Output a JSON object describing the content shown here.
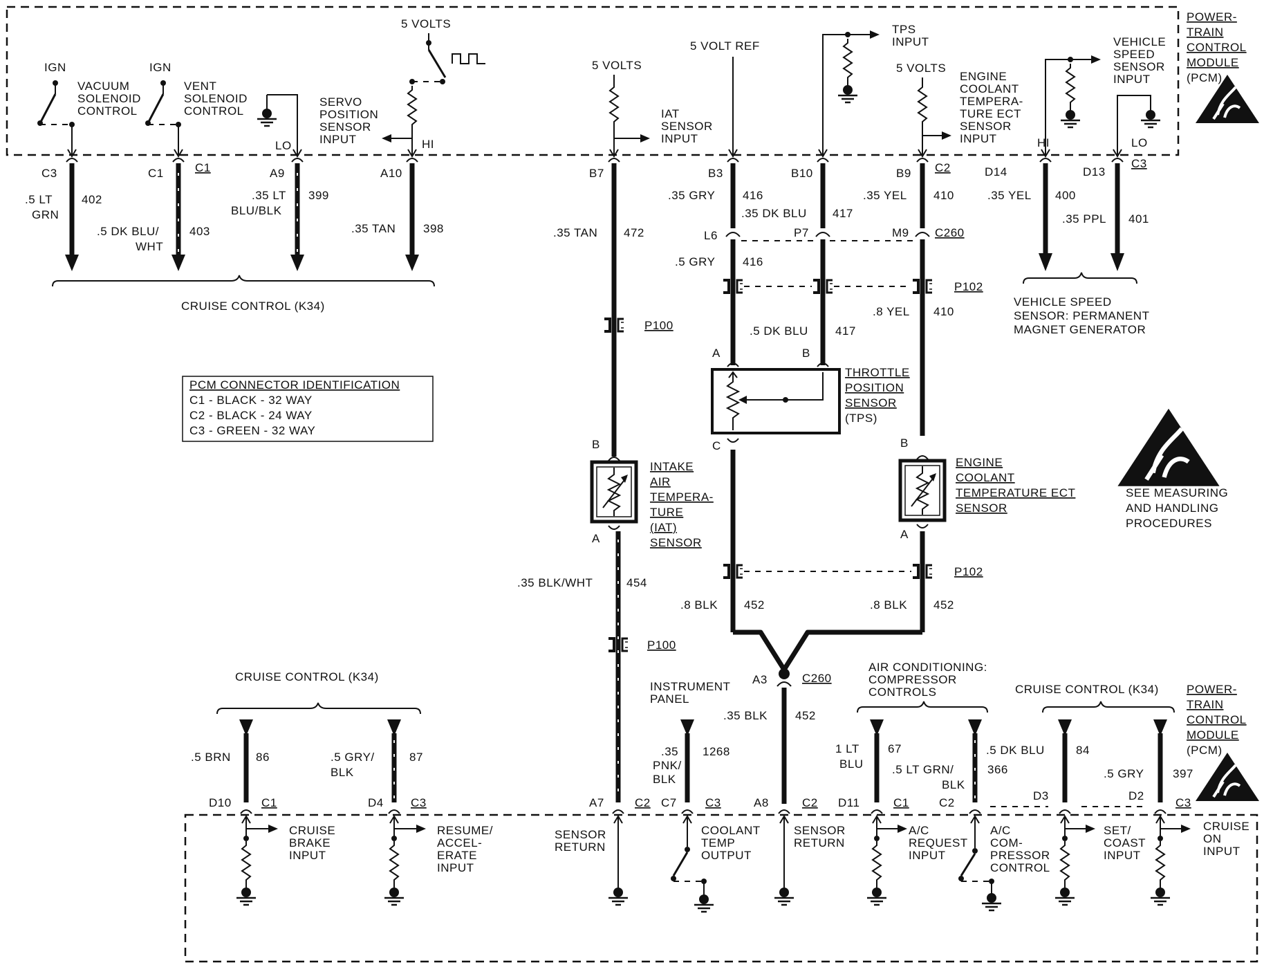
{
  "pcm_top": {
    "title_lines": [
      "POWER-",
      "TRAIN",
      "CONTROL",
      "MODULE",
      "(PCM)"
    ],
    "ign1": "IGN",
    "ign2": "IGN",
    "vacuum_lines": [
      "VACUUM",
      "SOLENOID",
      "CONTROL"
    ],
    "vent_lines": [
      "VENT",
      "SOLENOID",
      "CONTROL"
    ],
    "five_volts_servo": "5 VOLTS",
    "servo_lines": [
      "SERVO",
      "POSITION",
      "SENSOR",
      "INPUT"
    ],
    "lo": "LO",
    "hi": "HI",
    "five_volts_iat": "5 VOLTS",
    "iat_lines": [
      "IAT",
      "SENSOR",
      "INPUT"
    ],
    "five_volt_ref": "5 VOLT REF",
    "tps_input_lines": [
      "TPS",
      "INPUT"
    ],
    "five_volts_ect": "5 VOLTS",
    "ect_input_lines": [
      "ENGINE",
      "COOLANT",
      "TEMPERA-",
      "TURE ECT",
      "SENSOR",
      "INPUT"
    ],
    "vss_input_lines": [
      "VEHICLE",
      "SPEED",
      "SENSOR",
      "INPUT"
    ],
    "hi2": "HI",
    "lo2": "LO"
  },
  "pins_top": {
    "c3": "C3",
    "c1": "C1",
    "c1_u": "C1",
    "a9": "A9",
    "a10": "A10",
    "b7": "B7",
    "b3": "B3",
    "b10": "B10",
    "b9": "B9",
    "c2_u": "C2",
    "d14": "D14",
    "d13": "D13",
    "c3_u": "C3"
  },
  "wires_top": {
    "w402_color_lines": [
      ".5 LT",
      "GRN"
    ],
    "w402": "402",
    "w403_color_lines": [
      ".5 DK BLU/",
      "WHT"
    ],
    "w403": "403",
    "w399_color_lines": [
      ".35 LT",
      "BLU/BLK"
    ],
    "w399": "399",
    "w398_color": ".35 TAN",
    "w398": "398",
    "w472_color": ".35 TAN",
    "w472": "472",
    "w416_color": ".35 GRY",
    "w416": "416",
    "w417_color": ".35 DK BLU",
    "w417": "417",
    "w410_color": ".35 YEL",
    "w410": "410",
    "w400_color": ".35 YEL",
    "w400": "400",
    "w401_color": ".35 PPL",
    "w401": "401"
  },
  "connectors_mid": {
    "l6": "L6",
    "p7": "P7",
    "m9": "M9",
    "c260": "C260",
    "w416b_color": ".5 GRY",
    "w416b": "416",
    "p102": "P102",
    "p100": "P100",
    "w410b_color": ".8 YEL",
    "w410b": "410",
    "w417b_color": ".5 DK BLU",
    "w417b": "417"
  },
  "cruise_top": "CRUISE CONTROL (K34)",
  "vss_lines": [
    "VEHICLE SPEED",
    "SENSOR: PERMANENT",
    "MAGNET GENERATOR"
  ],
  "pcm_table": {
    "title": "PCM CONNECTOR IDENTIFICATION",
    "rows": [
      "C1 - BLACK - 32 WAY",
      "C2 - BLACK - 24 WAY",
      "C3 - GREEN - 32 WAY"
    ]
  },
  "tps": {
    "pin_a": "A",
    "pin_b": "B",
    "pin_c": "C",
    "label_lines": [
      "THROTTLE",
      "POSITION",
      "SENSOR",
      "(TPS)"
    ]
  },
  "iat": {
    "pin_b": "B",
    "pin_a": "A",
    "label_lines": [
      "INTAKE",
      "AIR",
      "TEMPERA-",
      "TURE",
      "(IAT)",
      "SENSOR"
    ]
  },
  "ect": {
    "pin_b": "B",
    "pin_a": "A",
    "label_lines": [
      "ENGINE",
      "COOLANT",
      "TEMPERATURE ECT",
      "SENSOR"
    ]
  },
  "esd_note_lines": [
    "SEE MEASURING",
    "AND HANDLING",
    "PROCEDURES"
  ],
  "lower_mid": {
    "p102": "P102",
    "p100": "P100",
    "w454_color": ".35 BLK/WHT",
    "w454": "454",
    "w452a_color": ".8 BLK",
    "w452a": "452",
    "w452b_color": ".8 BLK",
    "w452b": "452",
    "a3": "A3",
    "c260": "C260",
    "w452c_color": ".35 BLK",
    "w452c": "452",
    "instrument_lines": [
      "INSTRUMENT",
      "PANEL"
    ]
  },
  "bottom_groups": {
    "cruise_left": "CRUISE CONTROL (K34)",
    "ac_lines": [
      "AIR CONDITIONING:",
      "COMPRESSOR",
      "CONTROLS"
    ],
    "cruise_right": "CRUISE CONTROL (K34)",
    "pcm_lines": [
      "POWER-",
      "TRAIN",
      "CONTROL",
      "MODULE",
      "(PCM)"
    ]
  },
  "wires_bottom": {
    "w86_color": ".5 BRN",
    "w86": "86",
    "w87_color_lines": [
      ".5 GRY/",
      "BLK"
    ],
    "w87": "87",
    "w1268_color_lines": [
      ".35",
      "PNK/",
      "BLK"
    ],
    "w1268": "1268",
    "w67_color_lines": [
      "1 LT",
      "BLU"
    ],
    "w67": "67",
    "w366_color_lines": [
      ".5 LT GRN/",
      "BLK"
    ],
    "w366": "366",
    "w84_color": ".5 DK BLU",
    "w84": "84",
    "w397_color": ".5 GRY",
    "w397": "397"
  },
  "pins_bottom": {
    "d10": "D10",
    "c1a": "C1",
    "d4": "D4",
    "c3a": "C3",
    "a7": "A7",
    "c2a": "C2",
    "c7": "C7",
    "c3b": "C3",
    "a8": "A8",
    "c2b": "C2",
    "d11": "D11",
    "c1b": "C1",
    "c2c": "C2",
    "d3": "D3",
    "d2": "D2",
    "c3c": "C3"
  },
  "pcm_bottom": {
    "cruise_brake_lines": [
      "CRUISE",
      "BRAKE",
      "INPUT"
    ],
    "resume_lines": [
      "RESUME/",
      "ACCEL-",
      "ERATE",
      "INPUT"
    ],
    "sensor_return1_lines": [
      "SENSOR",
      "RETURN"
    ],
    "coolant_temp_lines": [
      "COOLANT",
      "TEMP",
      "OUTPUT"
    ],
    "sensor_return2_lines": [
      "SENSOR",
      "RETURN"
    ],
    "ac_request_lines": [
      "A/C",
      "REQUEST",
      "INPUT"
    ],
    "ac_comp_lines": [
      "A/C",
      "COM-",
      "PRESSOR",
      "CONTROL"
    ],
    "set_coast_lines": [
      "SET/",
      "COAST",
      "INPUT"
    ],
    "cruise_on_lines": [
      "CRUISE",
      "ON",
      "INPUT"
    ]
  }
}
